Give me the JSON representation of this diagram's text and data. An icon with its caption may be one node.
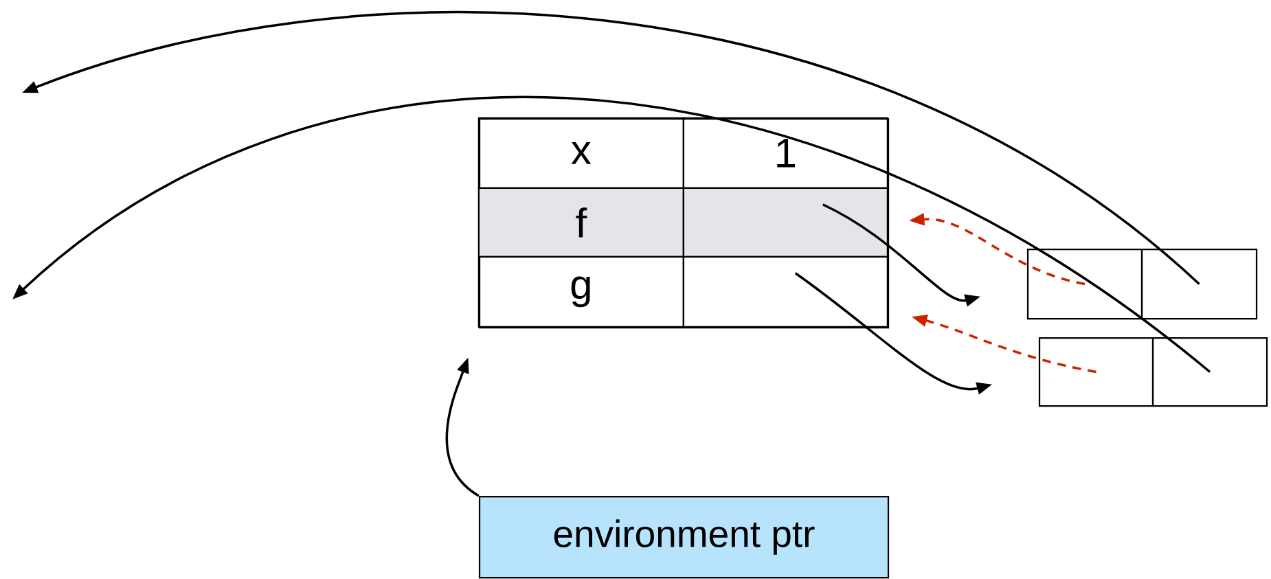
{
  "diagram": {
    "nodes": [
      {
        "text": [],
        "shape": "box"
      },
      {
        "text": [
          "x"
        ],
        "in": 0
      },
      {
        "text": [
          "1"
        ],
        "in": 0
      },
      {
        "text": [
          "f"
        ],
        "in": 0
      },
      {
        "text": [],
        "shape": "box",
        "in": 0
      },
      {
        "text": [
          "g"
        ],
        "in": 0
      },
      {
        "text": [],
        "shape": "box",
        "in": 0
      },
      {
        "text": [],
        "shape": "box"
      },
      {
        "text": [],
        "shape": "box"
      },
      {
        "text": [],
        "shape": "box"
      },
      {
        "text": [],
        "shape": "box"
      },
      {
        "text": [
          "environment ptr"
        ]
      }
    ],
    "edges": [
      {
        "from": 4,
        "to": 7,
        "arrow": "to"
      },
      {
        "from": 6,
        "to": 9,
        "arrow": "to"
      },
      {
        "from": 8,
        "to": null,
        "arrow": "to"
      },
      {
        "from": 10,
        "to": null,
        "arrow": "to"
      },
      {
        "from": 7,
        "to": 4,
        "arrow": "to",
        "style": "dashed",
        "color": "#cc2200"
      },
      {
        "from": 9,
        "to": 6,
        "arrow": "to",
        "style": "dashed",
        "color": "#cc2200"
      },
      {
        "from": 11,
        "to": 0,
        "arrow": "to"
      }
    ]
  }
}
